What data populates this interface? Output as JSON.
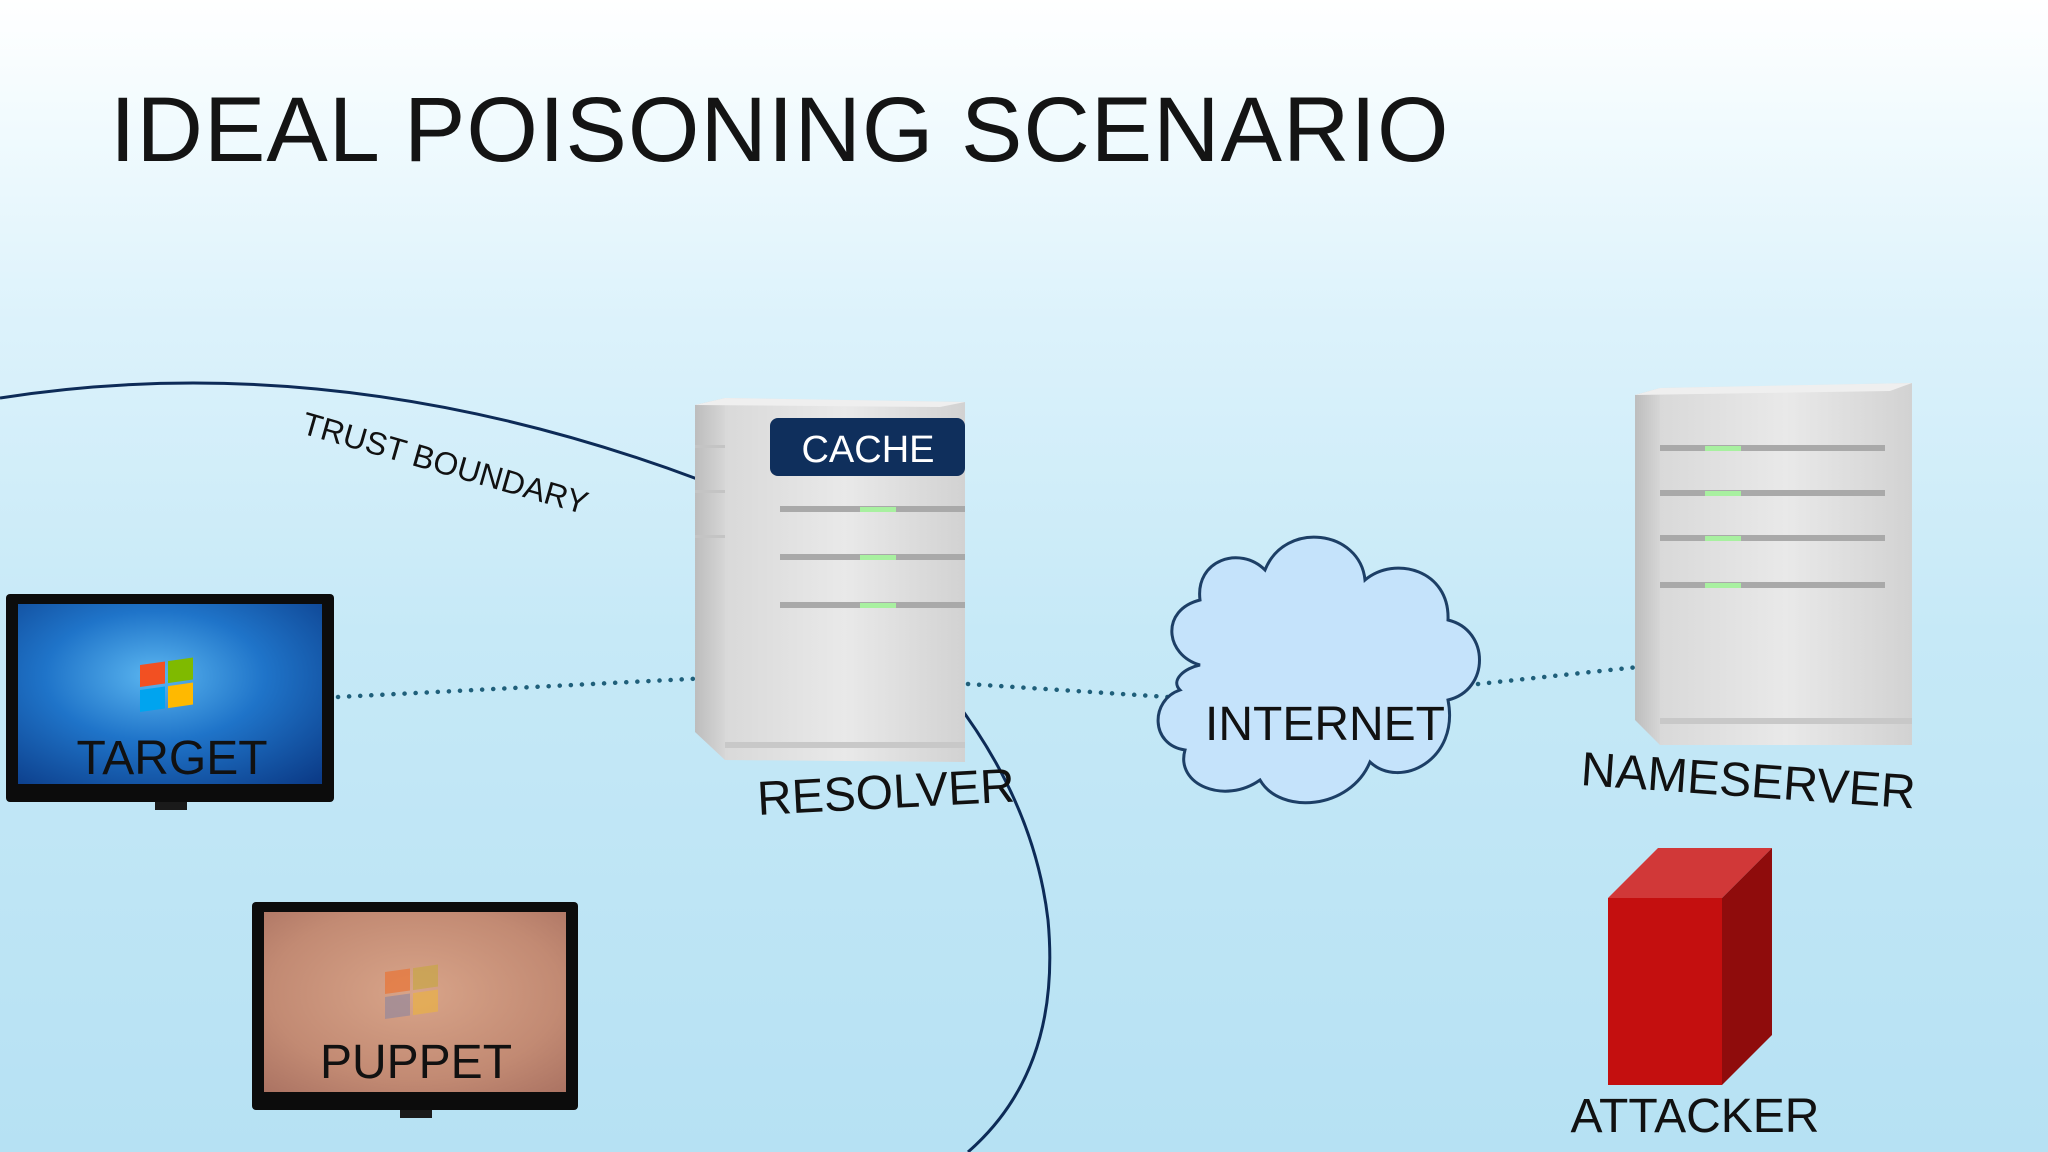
{
  "slide": {
    "title": "IDEAL POISONING SCENARIO"
  },
  "diagram": {
    "trust_boundary_label": "TRUST BOUNDARY",
    "nodes": {
      "target": {
        "label": "TARGET"
      },
      "puppet": {
        "label": "PUPPET"
      },
      "resolver": {
        "label": "RESOLVER",
        "cache_label": "CACHE"
      },
      "internet": {
        "label": "INTERNET"
      },
      "nameserver": {
        "label": "NAMESERVER"
      },
      "attacker": {
        "label": "ATTACKER"
      }
    },
    "colors": {
      "boundary": "#0d2b57",
      "link_dots": "#1f5f7a",
      "cache_badge": "#0f2f5c",
      "led": "#a8f0a0",
      "attacker": "#c21414",
      "cloud_fill": "#c5e3fb",
      "cloud_stroke": "#1d3f66"
    }
  }
}
